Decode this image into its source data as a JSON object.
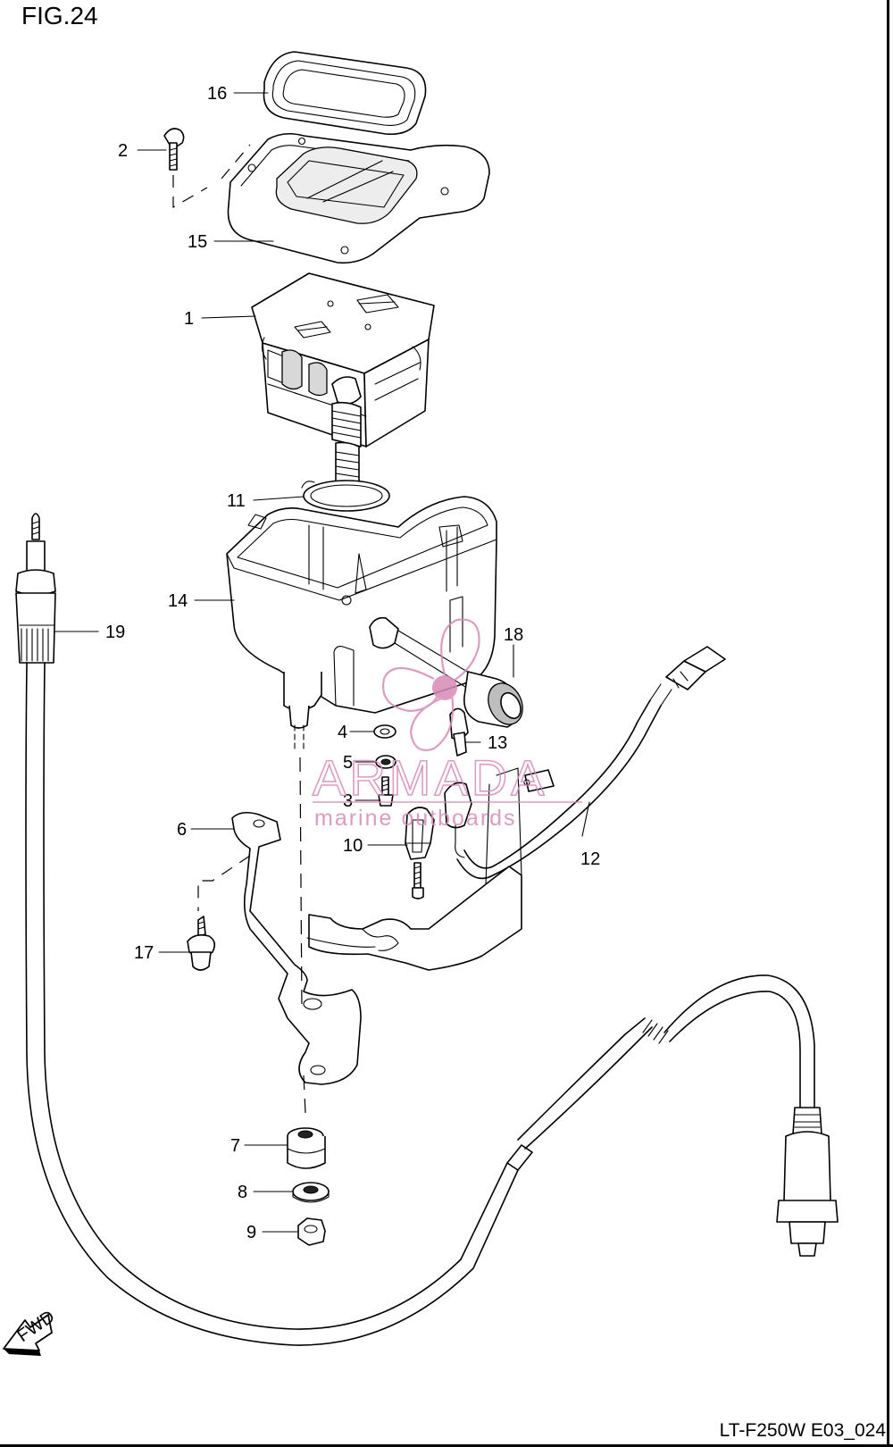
{
  "figure": {
    "title": "FIG.24",
    "code": "LT-F250W E03_024"
  },
  "callouts": [
    {
      "id": "c16",
      "label": "16"
    },
    {
      "id": "c2",
      "label": "2"
    },
    {
      "id": "c15",
      "label": "15"
    },
    {
      "id": "c1",
      "label": "1"
    },
    {
      "id": "c11",
      "label": "11"
    },
    {
      "id": "c14",
      "label": "14"
    },
    {
      "id": "c19",
      "label": "19"
    },
    {
      "id": "c18",
      "label": "18"
    },
    {
      "id": "c4",
      "label": "4"
    },
    {
      "id": "c13",
      "label": "13"
    },
    {
      "id": "c5",
      "label": "5"
    },
    {
      "id": "c3",
      "label": "3"
    },
    {
      "id": "c6",
      "label": "6"
    },
    {
      "id": "c10",
      "label": "10"
    },
    {
      "id": "c12",
      "label": "12"
    },
    {
      "id": "c17",
      "label": "17"
    },
    {
      "id": "c7",
      "label": "7"
    },
    {
      "id": "c8",
      "label": "8"
    },
    {
      "id": "c9",
      "label": "9"
    }
  ],
  "watermark": {
    "brand": "ARMADA",
    "tagline": "marine outboards",
    "color": "#d98ab8"
  },
  "direction_marker": {
    "label": "FWD"
  }
}
